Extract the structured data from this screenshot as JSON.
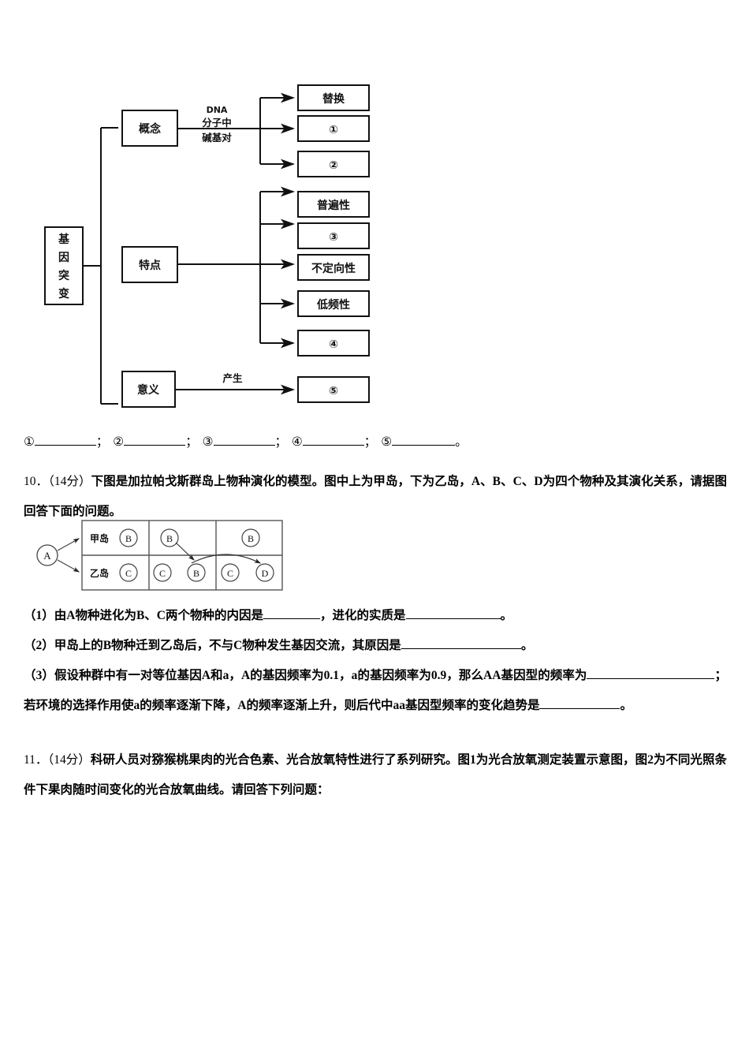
{
  "figure1": {
    "name": "gene-mutation-concept-map",
    "root_box": "基因突变",
    "branches": [
      {
        "label": "概念",
        "connector_label": [
          "DNA",
          "分子中",
          "碱基对"
        ],
        "targets": [
          "替换",
          "①",
          "②"
        ]
      },
      {
        "label": "特点",
        "connector_label": [],
        "targets": [
          "普遍性",
          "③",
          "不定向性",
          "低频性",
          "④"
        ]
      },
      {
        "label": "意义",
        "connector_label": [
          "产生"
        ],
        "targets": [
          "⑤"
        ]
      }
    ]
  },
  "fill_in_row": {
    "items": [
      "①",
      "②",
      "③",
      "④",
      "⑤"
    ],
    "separator": "；",
    "terminator": "。"
  },
  "question10": {
    "number": "10．",
    "score": "（14分）",
    "stem": "下图是加拉帕戈斯群岛上物种演化的模型。图中上为甲岛，下为乙岛，A、B、C、D为四个物种及其演化关系，请据图回答下面的问题。",
    "figure2": {
      "name": "island-speciation-model",
      "source_species": "A",
      "row_labels": [
        "甲岛",
        "乙岛"
      ],
      "columns": [
        {
          "top": [
            "B"
          ],
          "bottom": [
            "C"
          ]
        },
        {
          "top": [
            "B"
          ],
          "bottom": [
            "C",
            "B"
          ]
        },
        {
          "top": [
            "B"
          ],
          "bottom": [
            "C",
            "D"
          ]
        }
      ],
      "arrows": [
        "A→甲岛",
        "A→乙岛",
        "B↓B",
        "B⤻D"
      ]
    },
    "items": [
      {
        "label": "（1）",
        "parts": [
          {
            "type": "text",
            "value": "由A物种进化为B、C两个物种的内因是"
          },
          {
            "type": "blank",
            "width": 72
          },
          {
            "type": "text",
            "value": "，进化的实质是"
          },
          {
            "type": "blank",
            "width": 120
          },
          {
            "type": "text",
            "value": "。"
          }
        ]
      },
      {
        "label": "（2）",
        "parts": [
          {
            "type": "text",
            "value": "甲岛上的B物种迁到乙岛后，不与C物种发生基因交流，其原因是"
          },
          {
            "type": "blank",
            "width": 152
          },
          {
            "type": "text",
            "value": "。"
          }
        ]
      },
      {
        "label": "（3）",
        "parts": [
          {
            "type": "text",
            "value": "假设种群中有一对等位基因A和a，A的基因频率为0.1，a的基因频率为0.9，那么AA基因型的频率为"
          },
          {
            "type": "blank",
            "width": 66
          },
          {
            "type": "blank",
            "width": 96
          },
          {
            "type": "text",
            "value": "；若环境的选择作用使a的频率逐渐下降，A的频率逐渐上升，则后代中aa基因型频率的变化趋势是"
          },
          {
            "type": "blank",
            "width": 6
          },
          {
            "type": "blank",
            "width": 96
          },
          {
            "type": "text",
            "value": "。"
          }
        ]
      }
    ]
  },
  "question11": {
    "number": "11．",
    "score": "（14分）",
    "stem": "科研人员对猕猴桃果肉的光合色素、光合放氧特性进行了系列研究。图1为光合放氧测定装置示意图，图2为不同光照条件下果肉随时间变化的光合放氧曲线。请回答下列问题："
  }
}
